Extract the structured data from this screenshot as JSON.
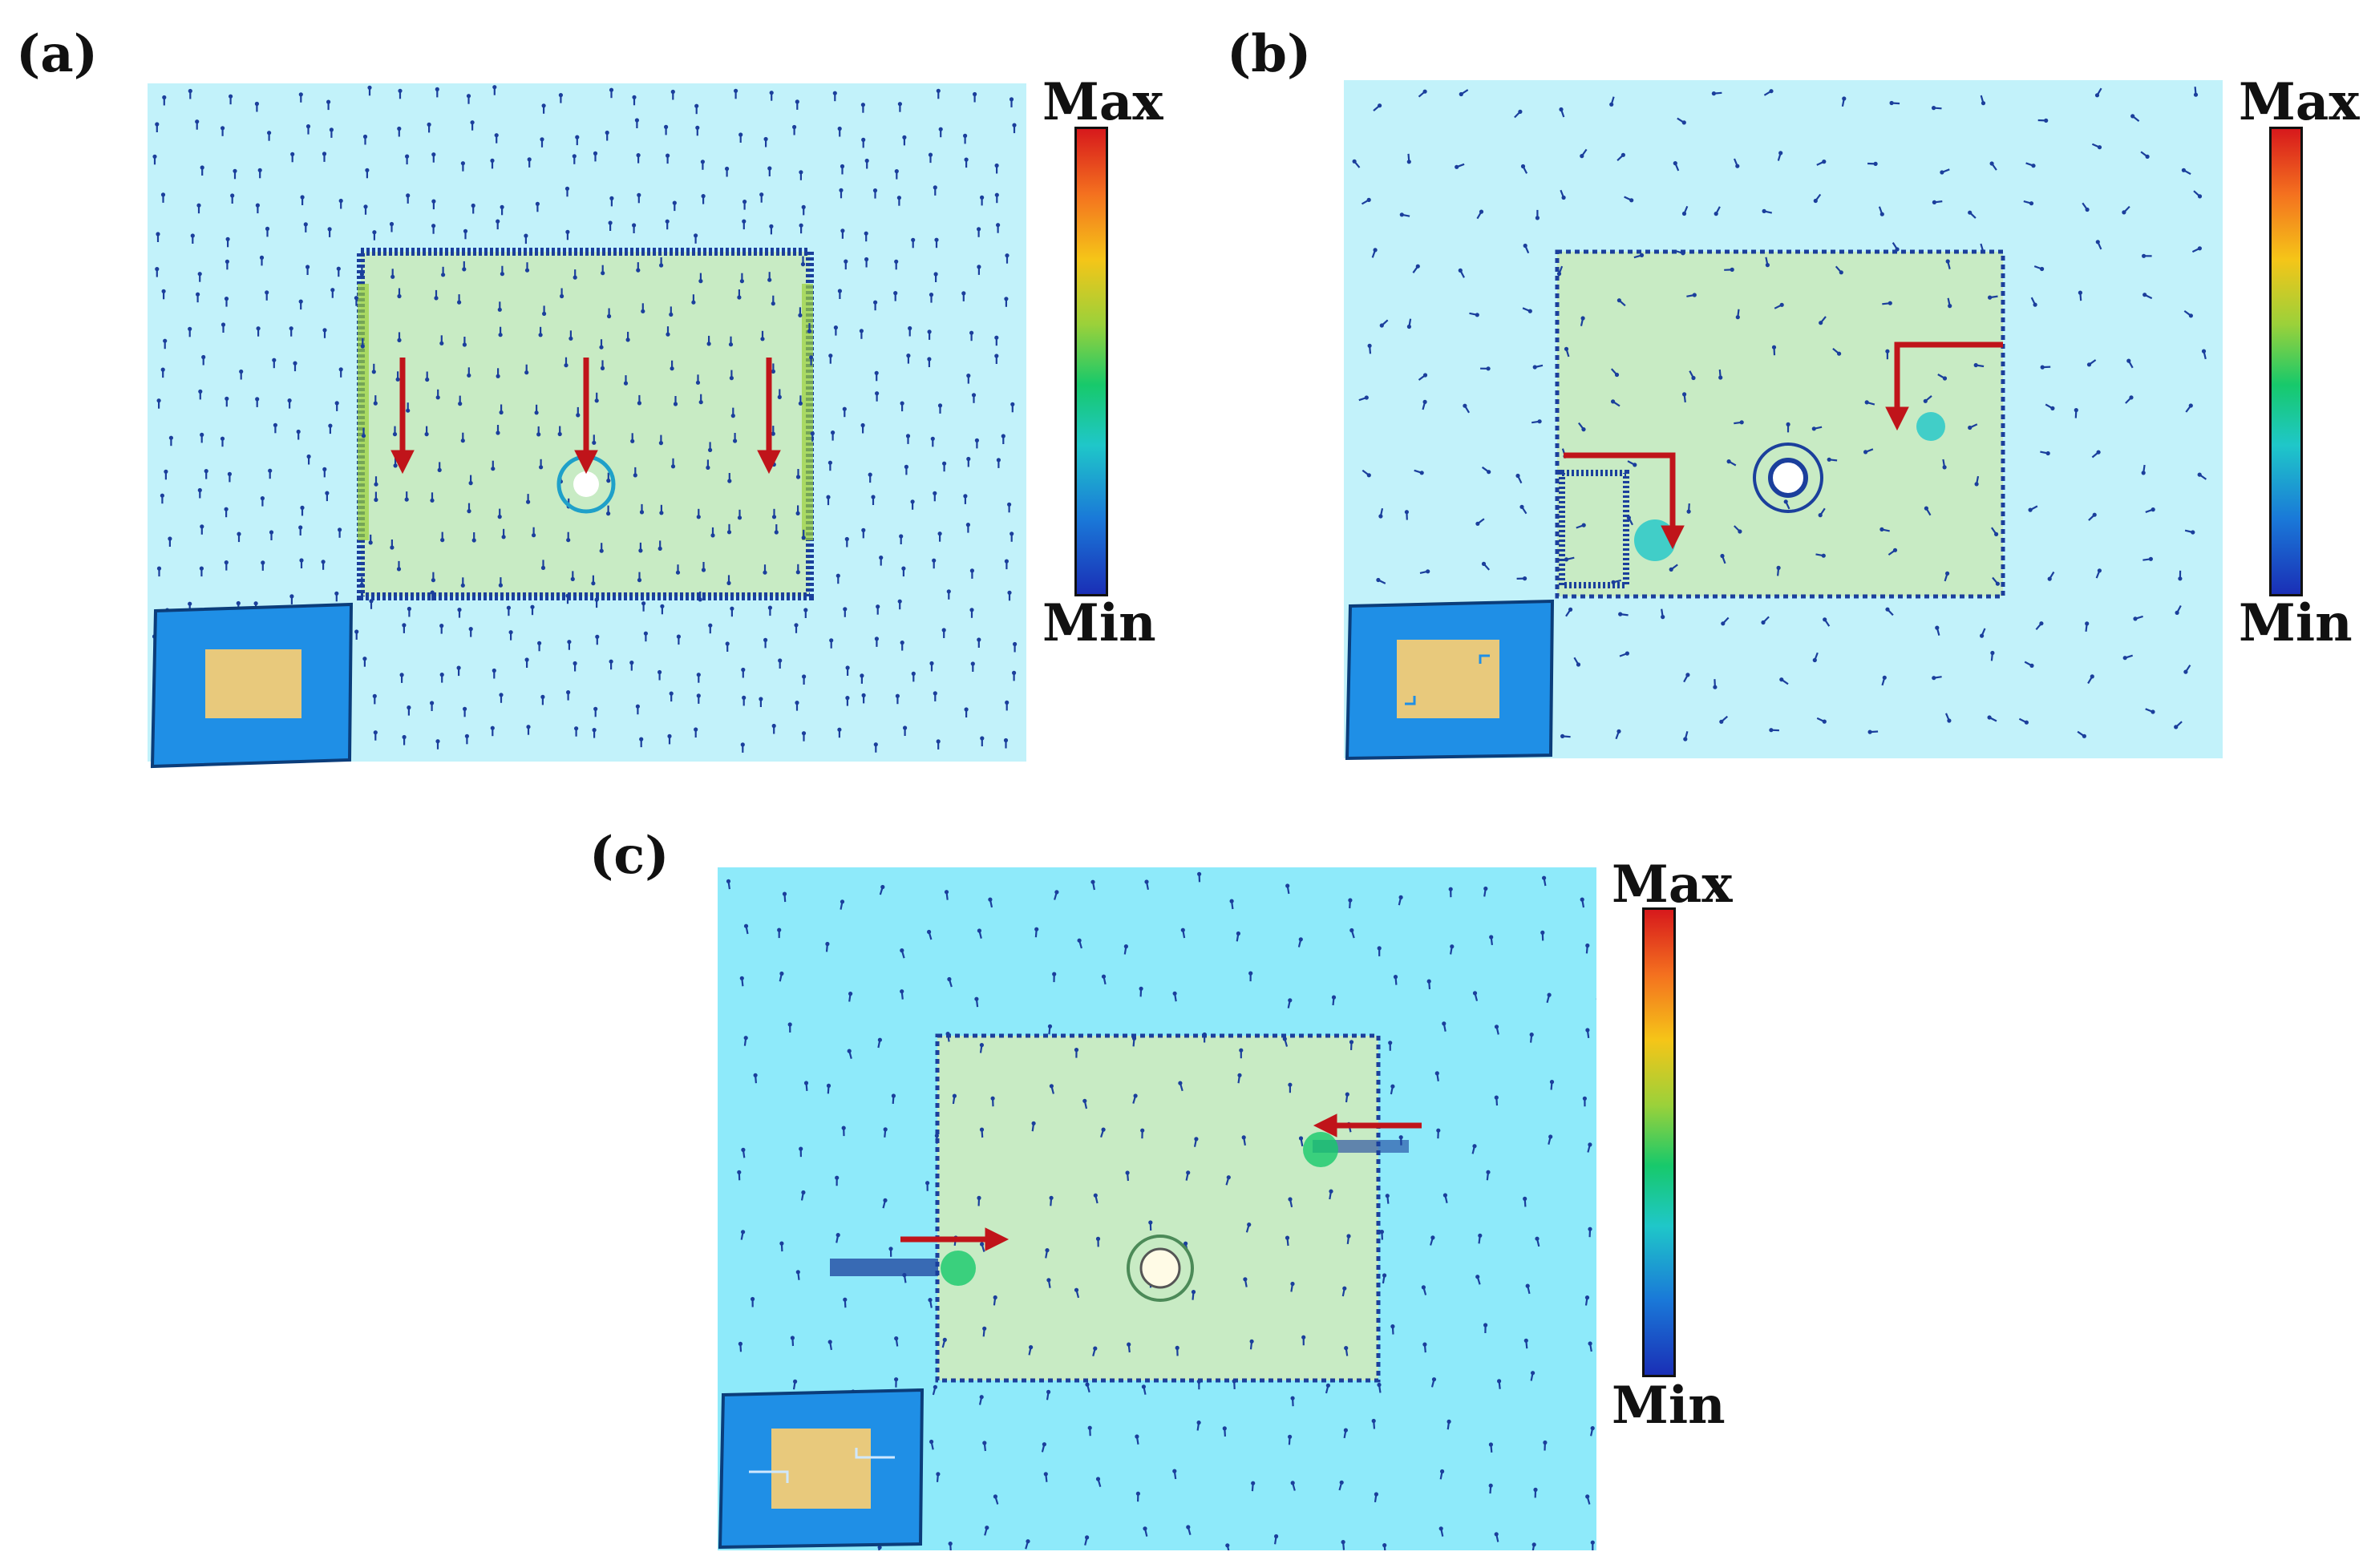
{
  "panels": [
    {
      "id": "a",
      "label": "(a)",
      "cbar_max": "Max",
      "cbar_min": "Min"
    },
    {
      "id": "b",
      "label": "(b)",
      "cbar_max": "Max",
      "cbar_min": "Min"
    },
    {
      "id": "c",
      "label": "(c)",
      "cbar_max": "Max",
      "cbar_min": "Min"
    }
  ],
  "colors": {
    "substrate": "#c2f2fa",
    "substrate_c": "#8eeafa",
    "patch": "#c8ebc4",
    "vector": "#1b3f9c",
    "highlight_arrow": "#c0141a",
    "inset_substrate": "#1f8fe6",
    "inset_patch": "#e8c97c"
  }
}
